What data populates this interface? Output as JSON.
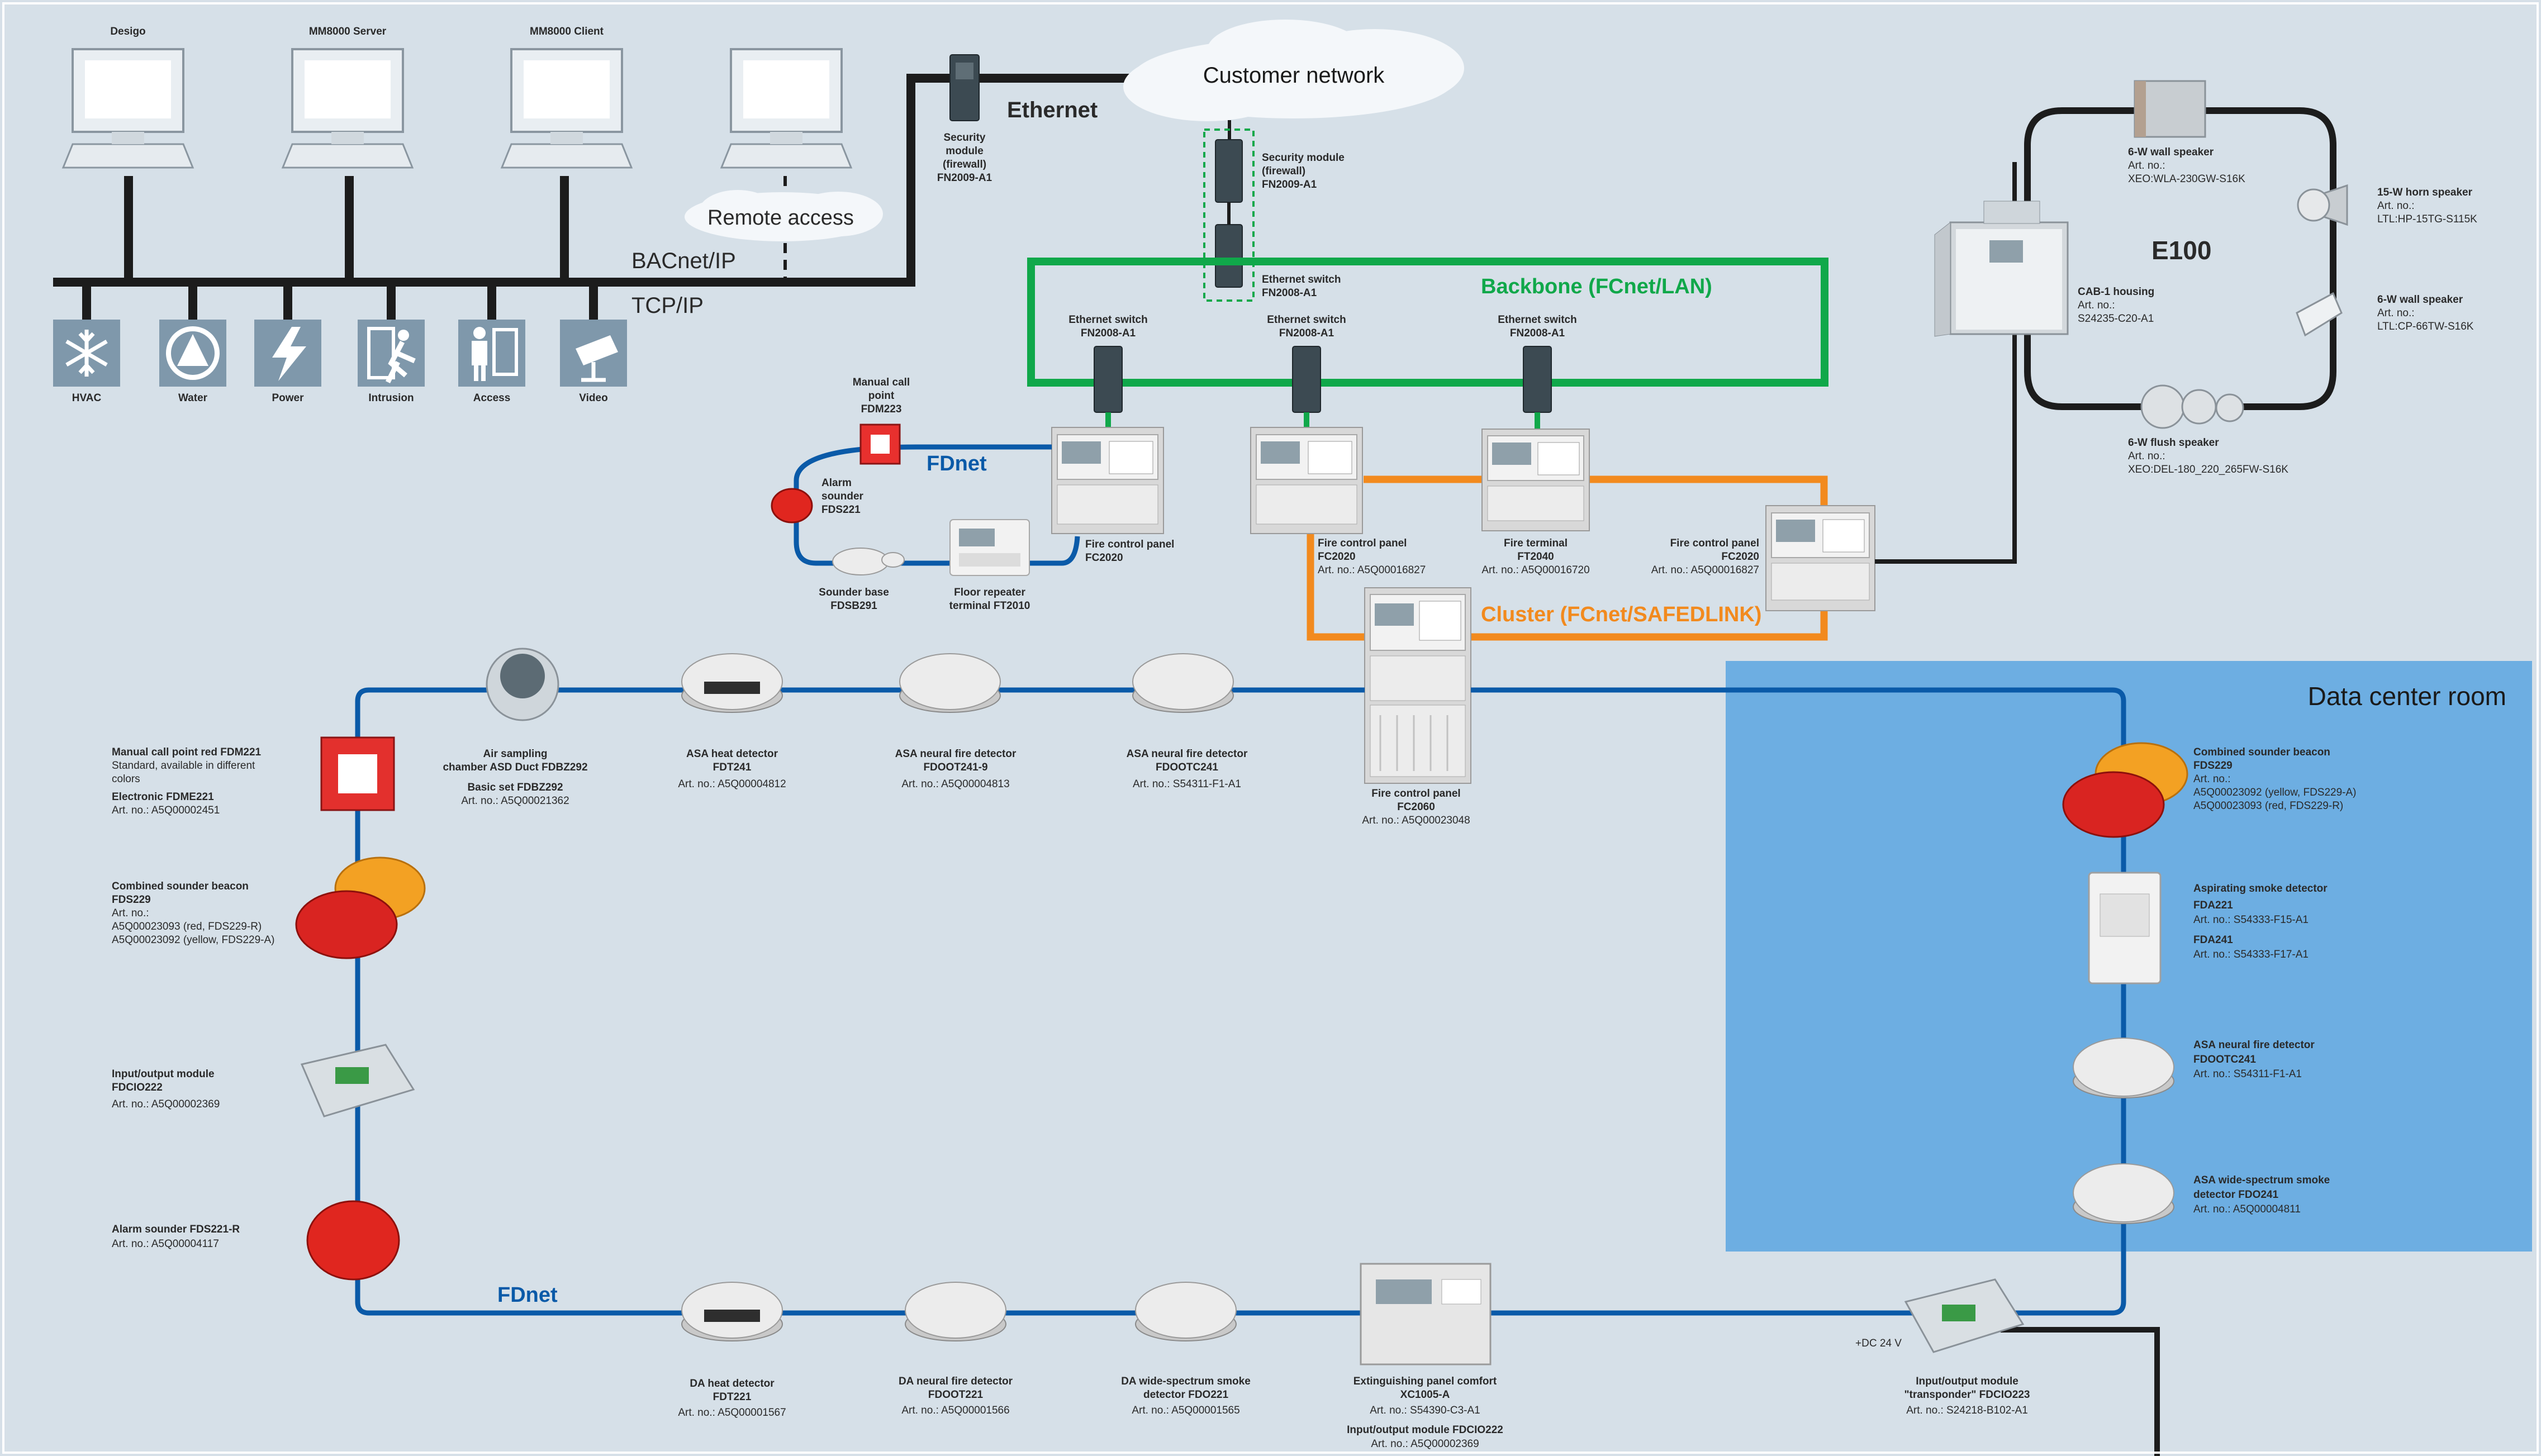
{
  "workstations": [
    {
      "label": "Desigo"
    },
    {
      "label": "MM8000 Server"
    },
    {
      "label": "MM8000 Client"
    },
    {
      "label": ""
    }
  ],
  "network_labels": {
    "bacnet": "BACnet/IP",
    "tcpip": "TCP/IP",
    "ethernet": "Ethernet",
    "remote_access": "Remote access",
    "customer_network": "Customer network",
    "backbone": "Backbone (FCnet/LAN)",
    "cluster": "Cluster (FCnet/SAFEDLINK)",
    "fdnet_upper": "FDnet",
    "fdnet_lower": "FDnet",
    "e100": "E100",
    "data_center": "Data center room",
    "dc24v": "+DC 24 V"
  },
  "building_systems": [
    {
      "label": "HVAC",
      "icon": "snowflake-icon"
    },
    {
      "label": "Water",
      "icon": "water-icon"
    },
    {
      "label": "Power",
      "icon": "lightning-icon"
    },
    {
      "label": "Intrusion",
      "icon": "intrusion-icon"
    },
    {
      "label": "Access",
      "icon": "access-icon"
    },
    {
      "label": "Video",
      "icon": "camera-icon"
    }
  ],
  "security_module_left": [
    "Security",
    "module",
    "(firewall)",
    "FN2009-A1"
  ],
  "security_module_right": [
    "Security module",
    "(firewall)",
    "FN2009-A1"
  ],
  "ethernet_switch_top": [
    "Ethernet switch",
    "FN2008-A1"
  ],
  "backbone_switches": [
    [
      "Ethernet switch",
      "FN2008-A1"
    ],
    [
      "Ethernet switch",
      "FN2008-A1"
    ],
    [
      "Ethernet switch",
      "FN2008-A1"
    ]
  ],
  "panels": {
    "fc2020_left": [
      "Fire control panel",
      "FC2020"
    ],
    "fc2020_mid": [
      "Fire control panel",
      "FC2020",
      "Art. no.: A5Q00016827"
    ],
    "ft2040": [
      "Fire terminal",
      "FT2040",
      "Art. no.: A5Q00016720"
    ],
    "fc2020_right": [
      "Fire control panel",
      "FC2020",
      "Art. no.: A5Q00016827"
    ],
    "fc2060": [
      "Fire control panel",
      "FC2060",
      "Art. no.: A5Q00023048"
    ]
  },
  "fdnet_upper_devices": {
    "manual_call_point": [
      "Manual call",
      "point",
      "FDM223"
    ],
    "alarm_sounder": [
      "Alarm",
      "sounder",
      "FDS221"
    ],
    "sounder_base": [
      "Sounder base",
      "FDSB291"
    ],
    "floor_repeater": [
      "Floor repeater",
      "terminal FT2010"
    ]
  },
  "top_loop_devices": [
    [
      "Air sampling",
      "chamber ASD Duct FDBZ292",
      "Basic set FDBZ292",
      "Art. no.: A5Q00021362"
    ],
    [
      "ASA heat detector",
      "FDT241",
      "Art. no.: A5Q00004812"
    ],
    [
      "ASA neural fire detector",
      "FDOOT241-9",
      "Art. no.: A5Q00004813"
    ],
    [
      "ASA neural fire detector",
      "FDOOTC241",
      "Art. no.: S54311-F1-A1"
    ]
  ],
  "left_loop_devices": [
    [
      "Manual call point red FDM221",
      "Standard, available in different",
      "colors",
      "Electronic FDME221",
      "Art. no.: A5Q00002451"
    ],
    [
      "Combined sounder beacon",
      "FDS229",
      "Art. no.:",
      "A5Q00023093 (red, FDS229-R)",
      "A5Q00023092 (yellow, FDS229-A)"
    ],
    [
      "Input/output module",
      "FDCIO222",
      "Art. no.: A5Q00002369"
    ],
    [
      "Alarm sounder FDS221-R",
      "Art. no.: A5Q00004117"
    ]
  ],
  "bottom_loop_devices": [
    [
      "DA heat detector",
      "FDT221",
      "Art. no.: A5Q00001567"
    ],
    [
      "DA neural fire detector",
      "FDOOT221",
      "Art. no.: A5Q00001566"
    ],
    [
      "DA wide-spectrum smoke",
      "detector FDO221",
      "Art. no.: A5Q00001565"
    ],
    [
      "Extinguishing panel comfort",
      "XC1005-A",
      "Art. no.: S54390-C3-A1",
      "Input/output module FDCIO222",
      "Art. no.: A5Q00002369"
    ],
    [
      "Input/output module",
      "\"transponder\" FDCIO223",
      "Art. no.: S24218-B102-A1"
    ]
  ],
  "data_center_devices": [
    [
      "Combined sounder beacon",
      "FDS229",
      "Art. no.:",
      "A5Q00023092 (yellow, FDS229-A)",
      "A5Q00023093 (red, FDS229-R)"
    ],
    [
      "Aspirating smoke detector",
      "FDA221",
      "Art. no.: S54333-F15-A1",
      "FDA241",
      "Art. no.: S54333-F17-A1"
    ],
    [
      "ASA neural fire detector",
      "FDOOTC241",
      "Art. no.: S54311-F1-A1"
    ],
    [
      "ASA wide-spectrum smoke",
      "detector FDO241",
      "Art. no.: A5Q00004811"
    ]
  ],
  "e100_devices": {
    "wall_speaker_top": [
      "6-W wall speaker",
      "Art. no.:",
      "XEO:WLA-230GW-S16K"
    ],
    "horn_speaker": [
      "15-W horn speaker",
      "Art. no.:",
      "LTL:HP-15TG-S115K"
    ],
    "wall_speaker_right": [
      "6-W wall speaker",
      "Art. no.:",
      "LTL:CP-66TW-S16K"
    ],
    "flush_speaker": [
      "6-W flush speaker",
      "Art. no.:",
      "XEO:DEL-180_220_265FW-S16K"
    ],
    "cab_housing": [
      "CAB-1 housing",
      "Art. no.:",
      "S24235-C20-A1"
    ]
  },
  "colors": {
    "background": "#d6e0e8",
    "ethernet": "#1c1c1c",
    "backbone": "#10a84a",
    "cluster": "#f28a1e",
    "fdnet": "#0a5aa8",
    "data_center": "#6daee2",
    "system_icon": "#7f98ab"
  }
}
